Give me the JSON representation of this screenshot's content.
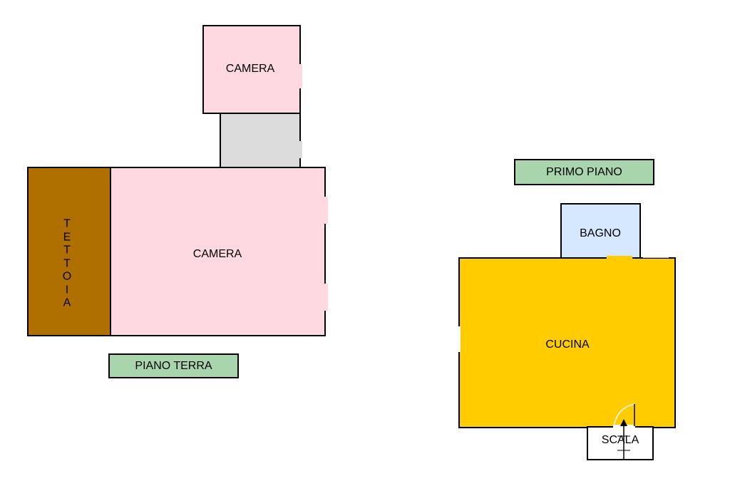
{
  "ground_floor": {
    "tag": "PIANO TERRA",
    "upper_room_label": "CAMERA",
    "main_room_label": "CAMERA",
    "canopy_label": "TETTOIA",
    "canopy_letters": [
      "T",
      "E",
      "T",
      "T",
      "O",
      "I",
      "A"
    ]
  },
  "first_floor": {
    "tag": "PRIMO PIANO",
    "bathroom_label": "BAGNO",
    "kitchen_label": "CUCINA",
    "stair_label": "SCALA"
  },
  "colors": {
    "camera": "#ffd9e1",
    "tettoia": "#b07000",
    "corridor": "#dcdcdc",
    "cucina": "#ffcc00",
    "bagno": "#d6e8ff",
    "tag_fill": "#a9d5ad",
    "wall": "#000000"
  }
}
